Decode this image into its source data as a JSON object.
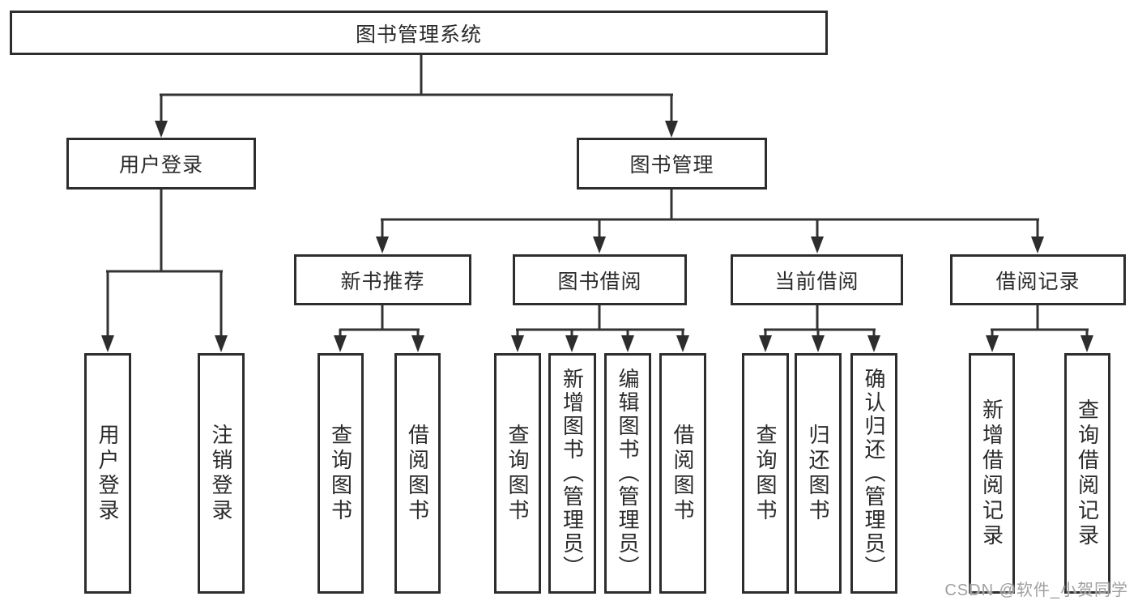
{
  "root": {
    "label": "图书管理系统"
  },
  "branches": [
    {
      "label": "用户登录",
      "children": [
        "用户登录",
        "注销登录"
      ]
    },
    {
      "label": "图书管理",
      "children": [
        {
          "label": "新书推荐",
          "children": [
            "查询图书",
            "借阅图书"
          ]
        },
        {
          "label": "图书借阅",
          "children": [
            "查询图书",
            "新增图书（管理员）",
            "编辑图书（管理员）",
            "借阅图书"
          ]
        },
        {
          "label": "当前借阅",
          "children": [
            "查询图书",
            "归还图书",
            "确认归还（管理员）"
          ]
        },
        {
          "label": "借阅记录",
          "children": [
            "新增借阅记录",
            "查询借阅记录"
          ]
        }
      ]
    }
  ],
  "watermark": "CSDN @软件_小贺同学",
  "colors": {
    "line": "#333333",
    "box_border": "#2d2d2d",
    "text": "#2a2a2a",
    "watermark": "#a0a0a0",
    "background": "#ffffff"
  }
}
